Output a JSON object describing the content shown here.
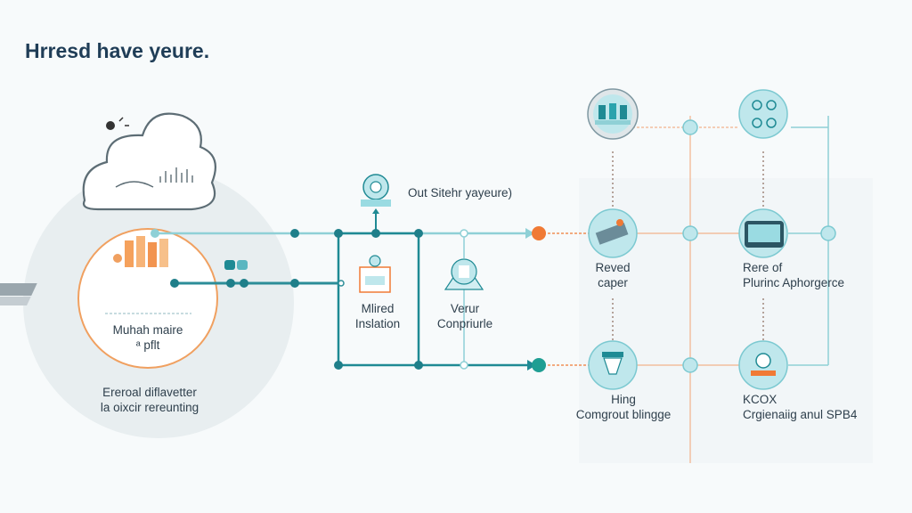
{
  "title": "Hrresd have yeure.",
  "cloud_group": {
    "label_line1": "Muhah maire",
    "label_line2": "ᵃ pflt",
    "caption_line1": "Ereroal diflavetter",
    "caption_line2": "la oixcir rereunting"
  },
  "center": {
    "top_label": "Out Sitehr yayeure)",
    "node1_line1": "Mlired",
    "node1_line2": "Inslation",
    "node2_line1": "Verur",
    "node2_line2": "Conpriurle"
  },
  "right_nodes": {
    "n1_line1": "Reved",
    "n1_line2": "caper",
    "n2_line1": "Rere of",
    "n2_line2": "Plurinc Aphorgerce",
    "n3_line1": "Hing",
    "n3_line2": "Comgrout blingge",
    "n4_line1": "KCOX",
    "n4_line2": "Crgienaiig anul SPB4"
  },
  "colors": {
    "title": "#1f3d57",
    "teal_dark": "#1f8a94",
    "teal_light": "#7cc9d1",
    "orange": "#f07a35",
    "cyan_node": "#bfe7ec"
  }
}
